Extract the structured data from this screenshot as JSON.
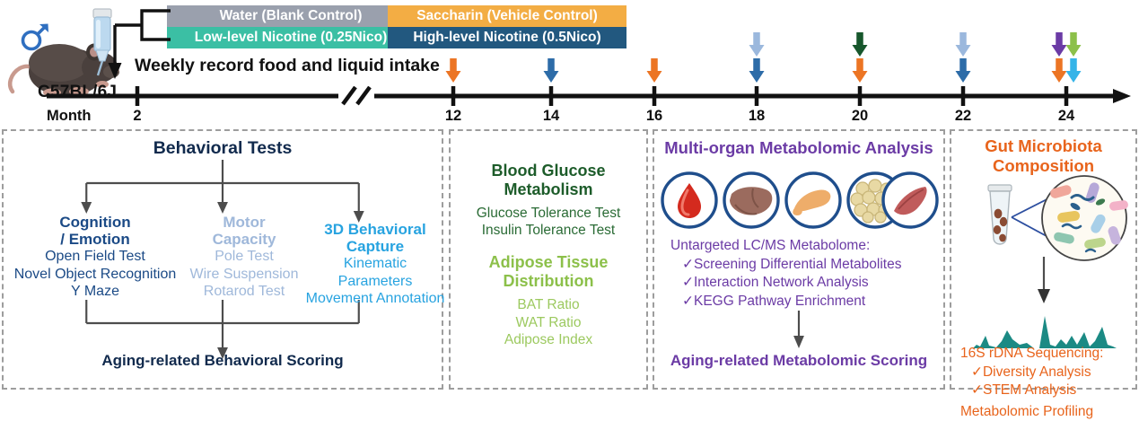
{
  "legend": {
    "water": "Water (Blank Control)",
    "low_nicotine": "Low-level Nicotine (0.25Nico)",
    "saccharin": "Saccharin (Vehicle Control)",
    "high_nicotine": "High-level Nicotine (0.5Nico)",
    "colors": {
      "water": "#9aa0ad",
      "low_nicotine": "#3bbfa4",
      "saccharin": "#f3ad44",
      "high_nicotine": "#22587f"
    }
  },
  "animal": {
    "strain": "C57BL/6J",
    "sex_icon": "male-symbol-icon",
    "mouse_icon": "mouse-icon",
    "bottle_icon": "water-bottle-icon"
  },
  "timeline": {
    "axis_label": "Month",
    "weekly_note": "Weekly record food and liquid intake",
    "ticks": [
      "2",
      "12",
      "14",
      "16",
      "18",
      "20",
      "22",
      "24"
    ],
    "break_marker": "//",
    "arrow_events": [
      {
        "month": "12",
        "arrows": [
          "#ec7524"
        ]
      },
      {
        "month": "14",
        "arrows": [
          "#2d6ca8"
        ]
      },
      {
        "month": "16",
        "arrows": [
          "#ec7524"
        ]
      },
      {
        "month": "18",
        "arrows": [
          "#9bb8dd",
          "#2d6ca8"
        ]
      },
      {
        "month": "20",
        "arrows": [
          "#17572c",
          "#ec7524"
        ]
      },
      {
        "month": "22",
        "arrows": [
          "#9bb8dd",
          "#2d6ca8"
        ]
      },
      {
        "month": "24",
        "arrows": [
          "#6b3ba5",
          "#8cc04a",
          "#ec7524",
          "#35b4e8"
        ]
      }
    ]
  },
  "panels": {
    "behavior": {
      "title": "Behavioral Tests",
      "columns": [
        {
          "heading": [
            "Cognition",
            "/ Emotion"
          ],
          "items": [
            "Open Field Test",
            "Novel Object Recognition",
            "Y Maze"
          ],
          "color": "#1b4a86"
        },
        {
          "heading": [
            "Motor",
            "Capacity"
          ],
          "items": [
            "Pole Test",
            "Wire Suspension",
            "Rotarod Test"
          ],
          "color": "#9fb8da"
        },
        {
          "heading": [
            "3D Behavioral",
            "Capture"
          ],
          "items": [
            "Kinematic Parameters",
            "Movement Annotation"
          ],
          "color": "#27a3e0"
        }
      ],
      "score": "Aging-related Behavioral Scoring"
    },
    "glucose": {
      "title": [
        "Blood Glucose",
        "Metabolism"
      ],
      "items": [
        "Glucose Tolerance Test",
        "Insulin Tolerance Test"
      ],
      "adipose_title": [
        "Adipose Tissue",
        "Distribution"
      ],
      "adipose_items": [
        "BAT Ratio",
        "WAT Ratio",
        "Adipose Index"
      ],
      "color": "#1d5c2a",
      "adipose_color": "#8cc04a"
    },
    "metabolomic": {
      "title": "Multi-organ Metabolomic Analysis",
      "organs": [
        "blood-drop-icon",
        "liver-icon",
        "pancreas-icon",
        "adipose-icon",
        "muscle-icon"
      ],
      "body_heading": "Untargeted LC/MS Metabolome:",
      "body_items": [
        "✓Screening Differential Metabolites",
        "✓Interaction Network Analysis",
        "✓KEGG Pathway Enrichment"
      ],
      "score": "Aging-related Metabolomic Scoring",
      "color": "#6b3ba5"
    },
    "gut": {
      "title": [
        "Gut Microbiota",
        "Composition"
      ],
      "icons": [
        "tube-icon",
        "bacteria-circle-icon",
        "chromatogram-icon"
      ],
      "body_heading": "16S rDNA Sequencing:",
      "body_items": [
        "✓Diversity Analysis",
        "✓STEM Analysis"
      ],
      "body_last": "Metabolomic Profiling",
      "color": "#e8641c"
    }
  }
}
